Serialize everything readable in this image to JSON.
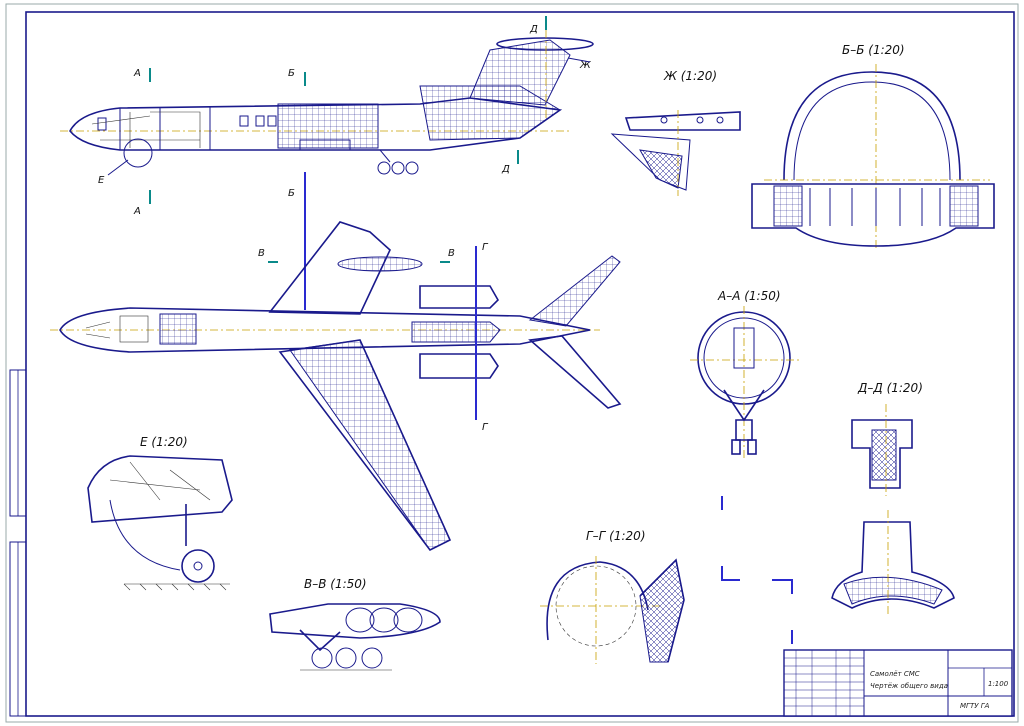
{
  "views": {
    "section_zh": "Ж (1:20)",
    "section_bb": "Б–Б (1:20)",
    "section_aa": "А–А (1:50)",
    "section_dd": "Д–Д (1:20)",
    "section_e": "Е (1:20)",
    "section_vv": "В–В (1:50)",
    "section_gg": "Г–Г (1:20)"
  },
  "cut_marks": {
    "a": "А",
    "b": "Б",
    "v": "В",
    "g": "Г",
    "d": "Д",
    "e": "Е",
    "zh": "Ж"
  },
  "title_block": {
    "title_line1": "Самолёт СМС",
    "title_line2": "Чертёж общего вида",
    "scale": "1:100",
    "org": "МГТУ ГА"
  },
  "colors": {
    "outline": "#1a1a8c",
    "axis": "#c8a000",
    "cut_line": "#2a2ad0",
    "marker": "#0a8a8a"
  }
}
